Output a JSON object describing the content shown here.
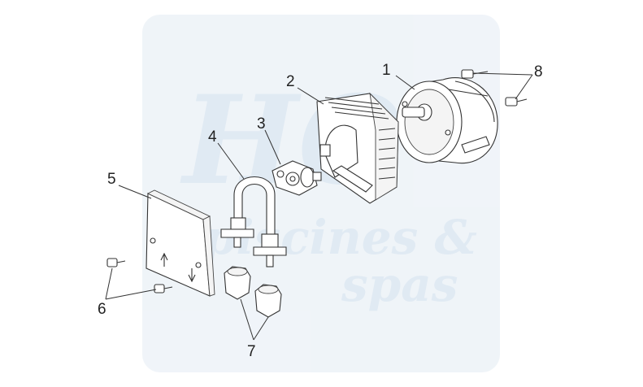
{
  "watermark": {
    "logo_letters": "HO",
    "line1": "piscines &",
    "line2": "spas",
    "color": "#dde8f2"
  },
  "callouts": [
    {
      "id": "1",
      "label": "1",
      "part": "motor"
    },
    {
      "id": "2",
      "label": "2",
      "part": "pump-housing"
    },
    {
      "id": "3",
      "label": "3",
      "part": "roller-rotor"
    },
    {
      "id": "4",
      "label": "4",
      "part": "tube-assembly"
    },
    {
      "id": "5",
      "label": "5",
      "part": "front-cover"
    },
    {
      "id": "6",
      "label": "6",
      "part": "cover-screws"
    },
    {
      "id": "7",
      "label": "7",
      "part": "hose-nuts"
    },
    {
      "id": "8",
      "label": "8",
      "part": "motor-screws"
    }
  ],
  "colors": {
    "line": "#333333",
    "label": "#222222"
  }
}
